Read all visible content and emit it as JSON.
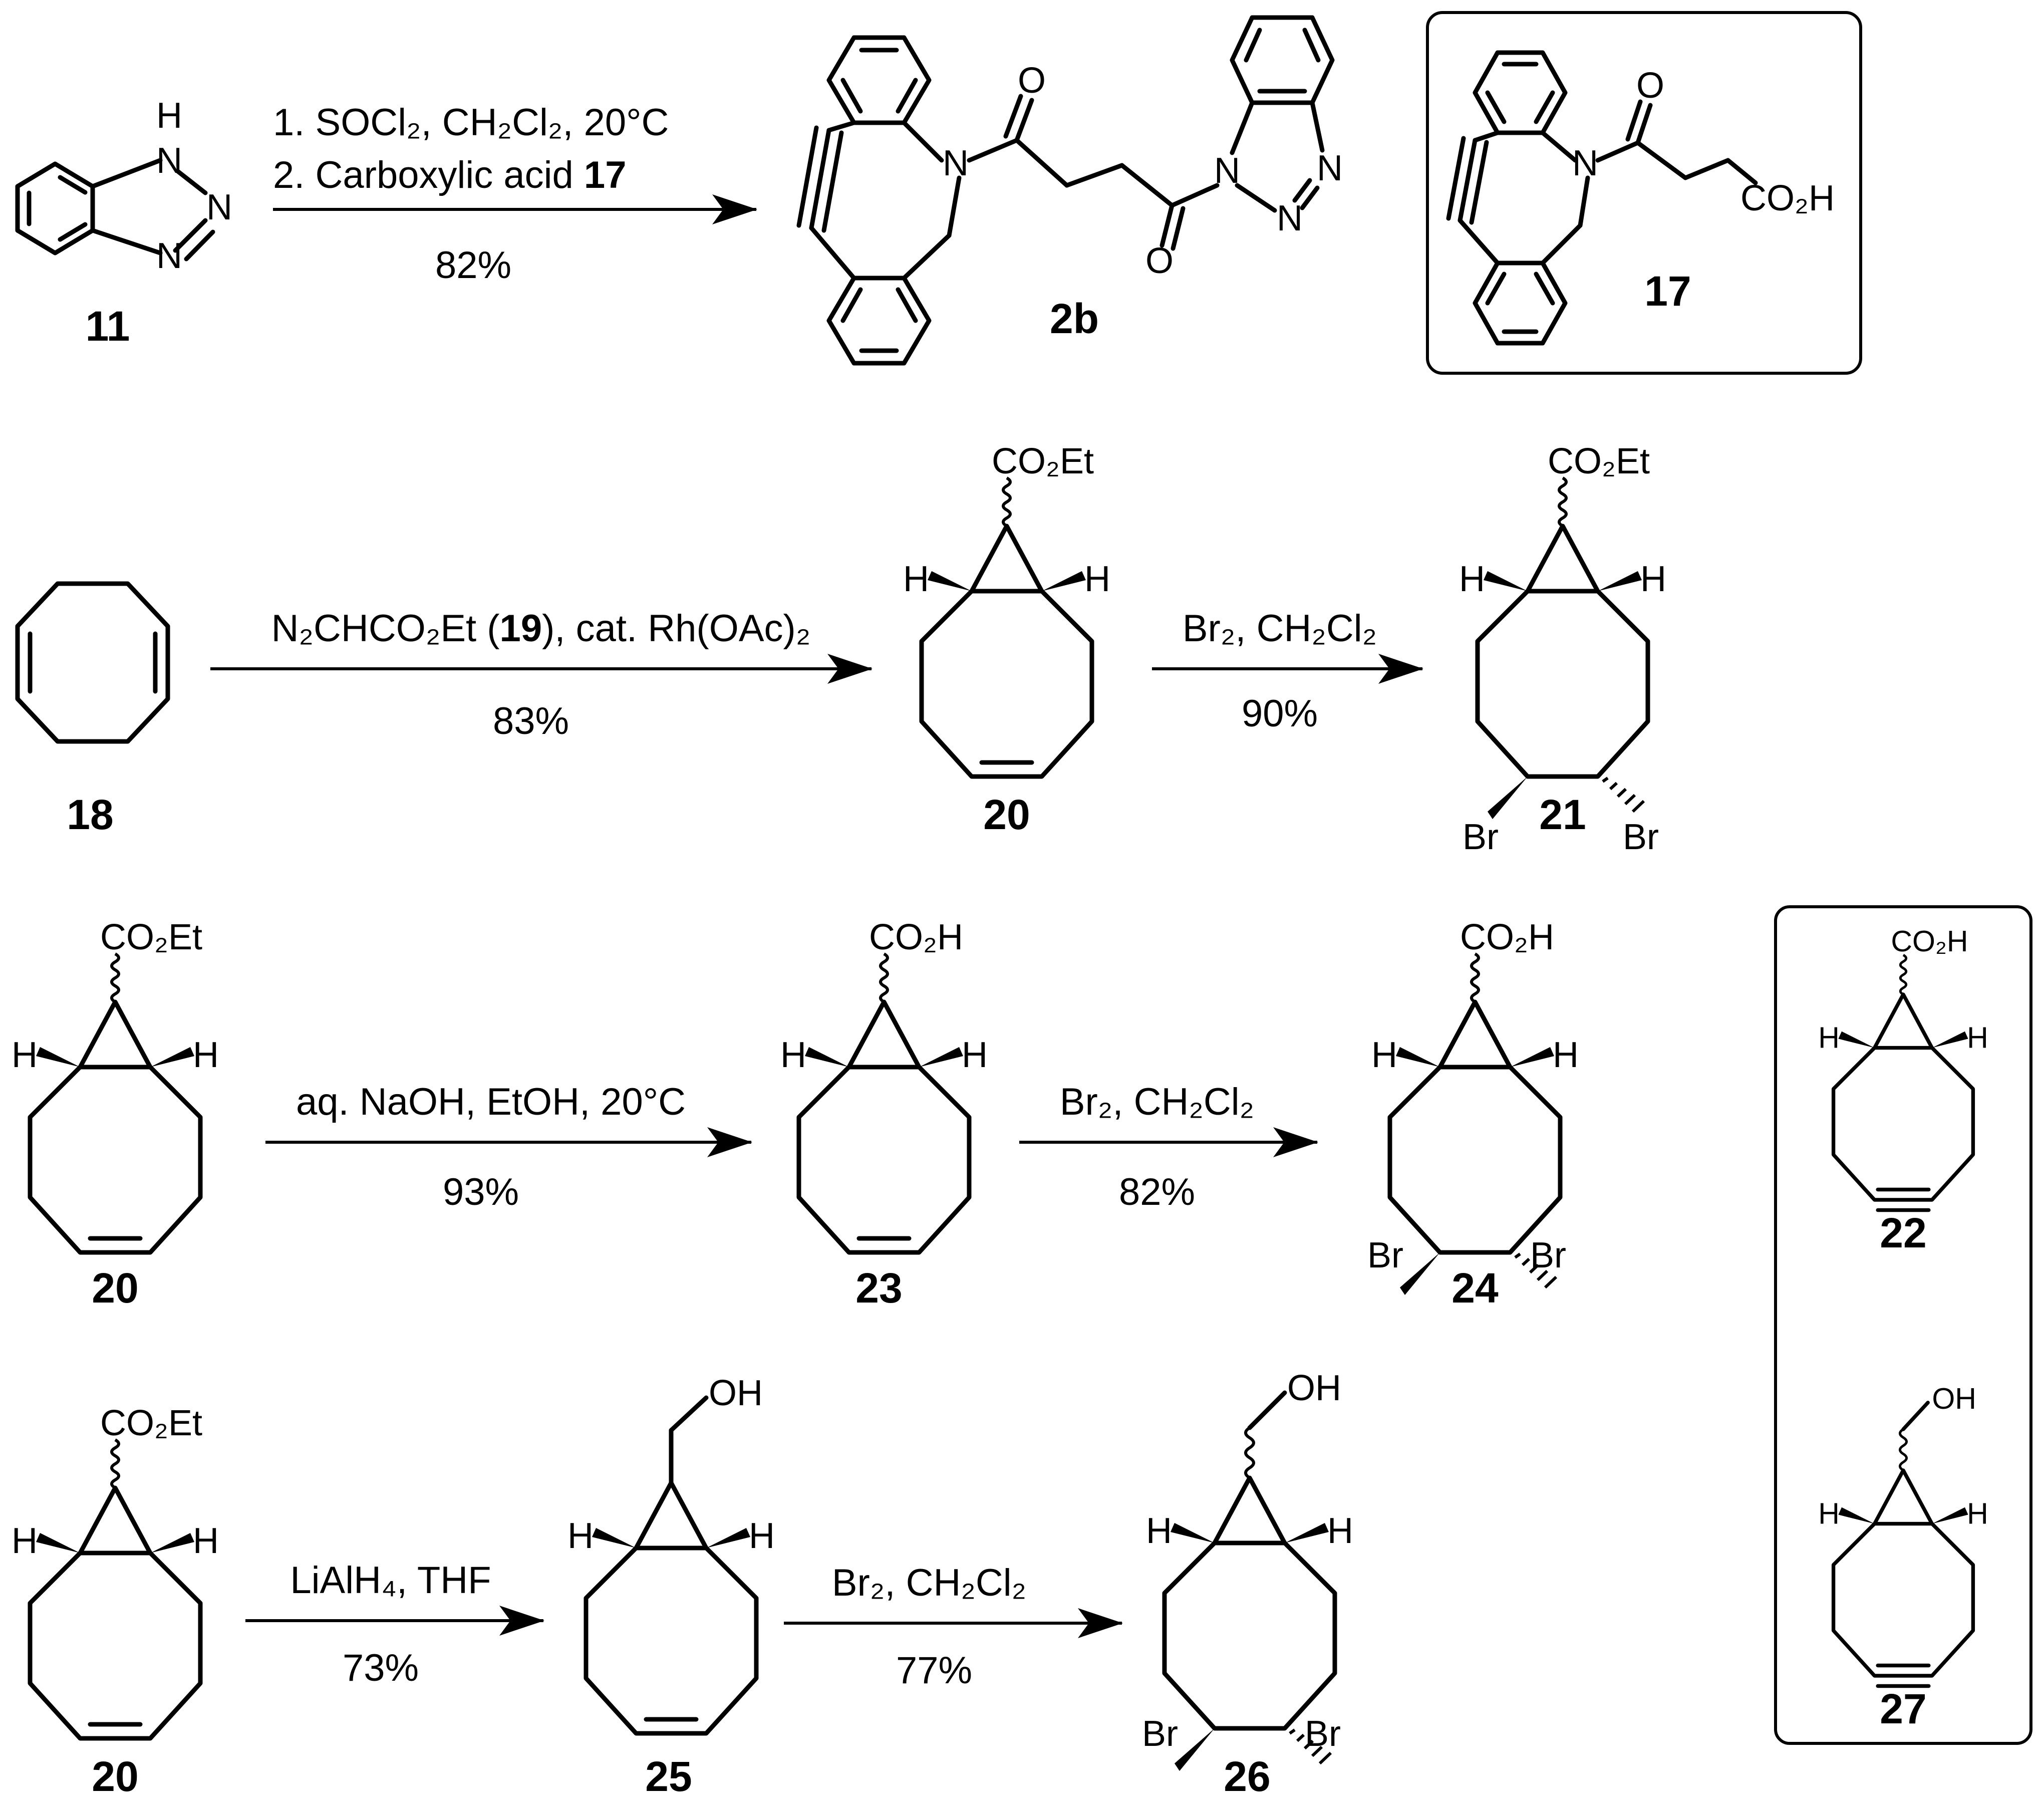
{
  "compounds": {
    "c11": "11",
    "c2b": "2b",
    "c17": "17",
    "c18": "18",
    "c20": "20",
    "c21": "21",
    "c23": "23",
    "c24": "24",
    "c22": "22",
    "c25": "25",
    "c26": "26",
    "c27": "27"
  },
  "reactions": [
    {
      "line1": "1. SOCl₂, CH₂Cl₂, 20°C",
      "line2a": "2. Carboxylic acid ",
      "line2b": "17",
      "yield": "82%"
    },
    {
      "line1a": "N₂CHCO₂Et (",
      "line1b": "19",
      "line1c": "), cat. Rh(OAc)₂",
      "yield": "83%"
    },
    {
      "reagent": "Br₂, CH₂Cl₂",
      "yield": "90%"
    },
    {
      "reagent": "aq. NaOH, EtOH, 20°C",
      "yield": "93%"
    },
    {
      "reagent": "Br₂, CH₂Cl₂",
      "yield": "82%"
    },
    {
      "reagent": "LiAlH₄, THF",
      "yield": "73%"
    },
    {
      "reagent": "Br₂, CH₂Cl₂",
      "yield": "77%"
    }
  ],
  "atoms": {
    "H": "H",
    "N": "N",
    "O": "O",
    "Br": "Br",
    "OH": "OH",
    "CO2Et": "CO₂Et",
    "CO2H": "CO₂H"
  }
}
